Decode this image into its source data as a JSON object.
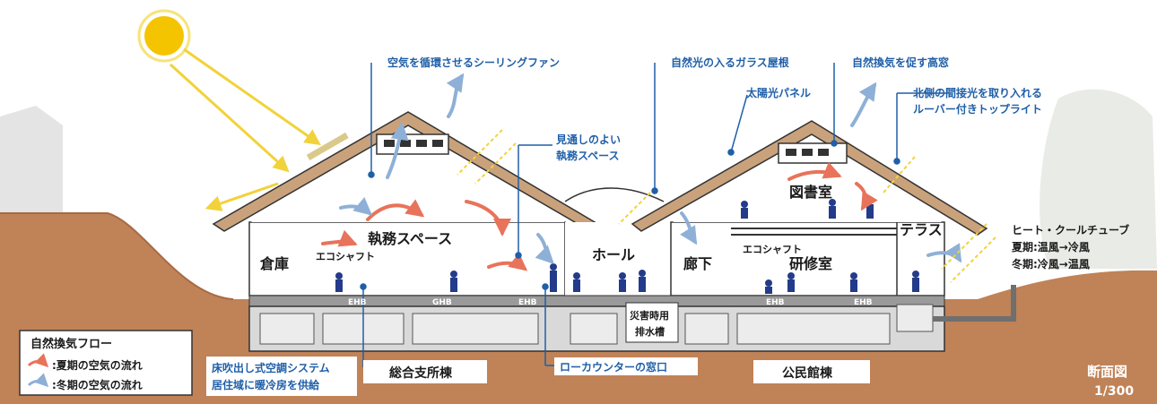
{
  "callouts": {
    "ceiling_fan": "空気を循環させるシーリングファン",
    "glass_roof": "自然光の入るガラス屋根",
    "high_window": "自然換気を促す高窓",
    "solar_panel": "太陽光パネル",
    "louver_toplight_line1": "北側の間接光を取り入れる",
    "louver_toplight_line2": "ルーバー付きトップライト",
    "office_view_line1": "見通しのよい",
    "office_view_line2": "執務スペース",
    "floor_ac_line1": "床吹出し式空調システム",
    "floor_ac_line2": "居住域に暖冷房を供給",
    "low_counter": "ローカウンターの窓口"
  },
  "rooms": {
    "office": "執務スペース",
    "storage": "倉庫",
    "hall": "ホール",
    "library": "図書室",
    "terrace": "テラス",
    "corridor": "廊下",
    "training": "研修室",
    "eco_shaft_left": "エコシャフト",
    "eco_shaft_right": "エコシャフト",
    "disaster_tank_line1": "災害時用",
    "disaster_tank_line2": "排水槽",
    "ehb": "EHB",
    "ghb": "GHB"
  },
  "heat_cool_tube": {
    "title": "ヒート・クールチューブ",
    "summer": "夏期:温風→冷風",
    "winter": "冬期:冷風→温風"
  },
  "legend": {
    "title": "自然換気フロー",
    "summer": ":夏期の空気の流れ",
    "winter": ":冬期の空気の流れ",
    "summer_color": "#e8735a",
    "winter_color": "#8fb0d6"
  },
  "buildings": {
    "left": "総合支所棟",
    "right": "公民館棟"
  },
  "scale": {
    "title": "断面図",
    "value": "1/300"
  },
  "colors": {
    "earth": "#c08257",
    "earth_dark": "#a86a42",
    "callout_blue": "#1f5fa8",
    "sun": "#f5c400",
    "sun_ray": "#f2d23a"
  }
}
